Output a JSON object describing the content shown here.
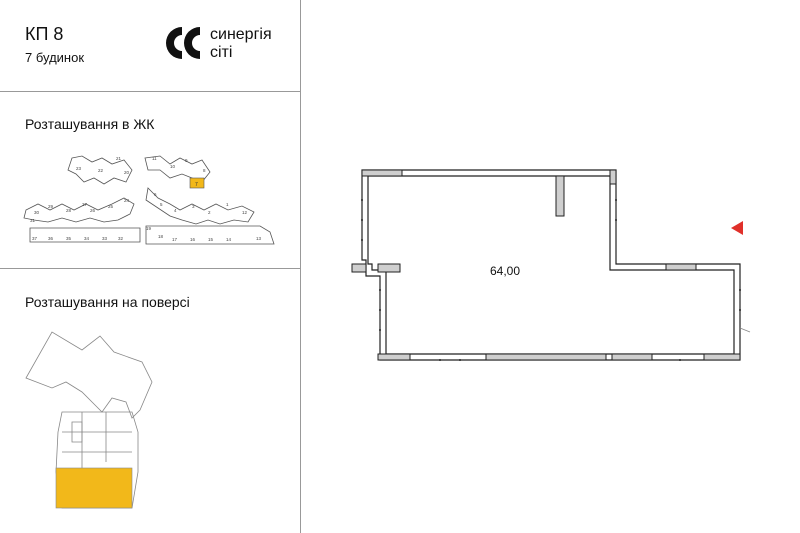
{
  "header": {
    "title": "КП 8",
    "subtitle": "7 будинок",
    "brand_line1": "синергія",
    "brand_line2": "сіті"
  },
  "sections": {
    "complex_location": "Розташування в ЖК",
    "floor_location": "Розташування на поверсі"
  },
  "complex_map": {
    "highlighted_building": "7",
    "building_numbers": [
      "23",
      "22",
      "21",
      "20",
      "11",
      "10",
      "9",
      "8",
      "7",
      "6",
      "5",
      "4",
      "3",
      "2",
      "1",
      "12",
      "13",
      "14",
      "15",
      "16",
      "17",
      "18",
      "19",
      "24",
      "25",
      "26",
      "27",
      "28",
      "29",
      "30",
      "31",
      "32",
      "33",
      "34",
      "35",
      "36",
      "37",
      "38"
    ]
  },
  "plan": {
    "area": "64,00"
  },
  "colors": {
    "highlight": "#f2b81a",
    "wall": "#222222",
    "marker": "#e0302a"
  }
}
